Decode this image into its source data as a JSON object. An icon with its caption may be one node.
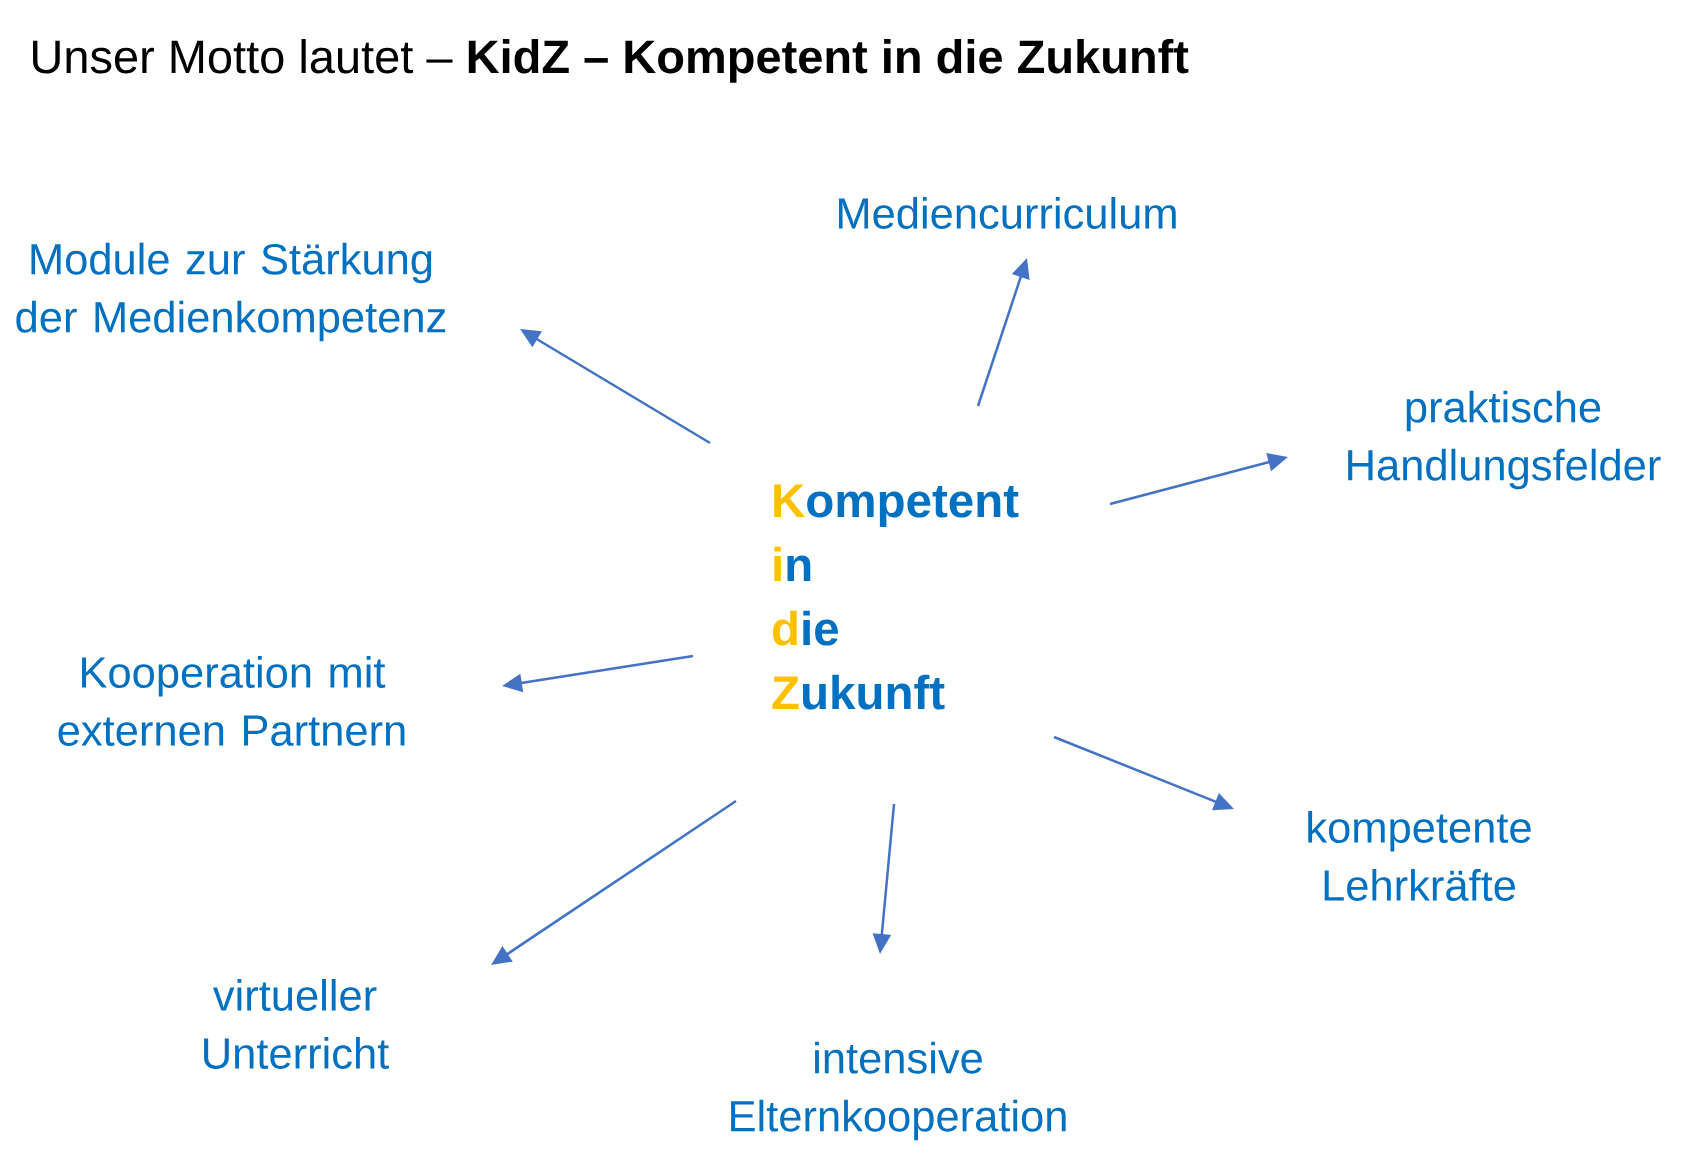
{
  "diagram": {
    "title": "Unser Motto lautet – **KidZ – Kompetent in die Zukunft**",
    "nodes": [
      {
        "text": [
          "Mediencurriculum"
        ]
      },
      {
        "text": [
          "Module zur Stärkung der Medienkompetenz"
        ]
      },
      {
        "text": [
          "praktische Handlungsfelder"
        ]
      },
      {
        "text": [
          "Kompetent in die Zukunft"
        ]
      },
      {
        "text": [
          "Kooperation mit externen Partnern"
        ]
      },
      {
        "text": [
          "kompetente Lehrkräfte"
        ]
      },
      {
        "text": [
          "virtueller Unterricht"
        ]
      },
      {
        "text": [
          "intensive Elternkooperation"
        ]
      }
    ],
    "edges": [
      {
        "from": 3,
        "to": 0,
        "arrow": "to"
      },
      {
        "from": 3,
        "to": 1,
        "arrow": "to"
      },
      {
        "from": 3,
        "to": 2,
        "arrow": "to"
      },
      {
        "from": 3,
        "to": 4,
        "arrow": "to"
      },
      {
        "from": 3,
        "to": 5,
        "arrow": "to"
      },
      {
        "from": 3,
        "to": 6,
        "arrow": "to"
      },
      {
        "from": 3,
        "to": 7,
        "arrow": "to"
      }
    ]
  }
}
